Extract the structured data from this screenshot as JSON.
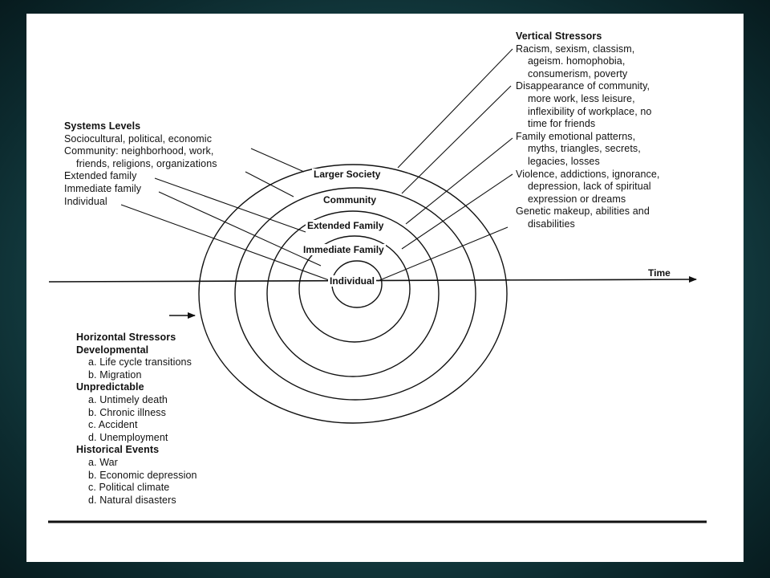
{
  "vertical_stressors": {
    "title": "Vertical Stressors",
    "lines": [
      {
        "text": "Racism, sexism, classism,",
        "indent": false
      },
      {
        "text": "ageism. homophobia,",
        "indent": true
      },
      {
        "text": "consumerism, poverty",
        "indent": true
      },
      {
        "text": "Disappearance of community,",
        "indent": false
      },
      {
        "text": "more work, less leisure,",
        "indent": true
      },
      {
        "text": "inflexibility of workplace, no",
        "indent": true
      },
      {
        "text": "time for friends",
        "indent": true
      },
      {
        "text": "Family emotional patterns,",
        "indent": false
      },
      {
        "text": "myths, triangles, secrets,",
        "indent": true
      },
      {
        "text": "legacies, losses",
        "indent": true
      },
      {
        "text": "Violence, addictions, ignorance,",
        "indent": false
      },
      {
        "text": "depression, lack of spiritual",
        "indent": true
      },
      {
        "text": "expression or dreams",
        "indent": true
      },
      {
        "text": "Genetic makeup, abilities and",
        "indent": false
      },
      {
        "text": "disabilities",
        "indent": true
      }
    ]
  },
  "systems_levels": {
    "title": "Systems Levels",
    "lines": [
      {
        "text": "Sociocultural, political, economic",
        "indent": false
      },
      {
        "text": "Community: neighborhood, work,",
        "indent": false
      },
      {
        "text": "friends, religions, organizations",
        "indent": true
      },
      {
        "text": "Extended family",
        "indent": false
      },
      {
        "text": "Immediate family",
        "indent": false
      },
      {
        "text": "Individual",
        "indent": false
      }
    ]
  },
  "rings": {
    "larger_society": "Larger Society",
    "community": "Community",
    "extended_family": "Extended Family",
    "immediate_family": "Immediate Family",
    "individual": "Individual"
  },
  "time_label": "Time",
  "horizontal_stressors": {
    "lines": [
      {
        "text": "Horizontal Stressors",
        "bold": true,
        "indent": false
      },
      {
        "text": "Developmental",
        "bold": true,
        "indent": false
      },
      {
        "text": "a. Life cycle transitions",
        "bold": false,
        "indent": true
      },
      {
        "text": "b. Migration",
        "bold": false,
        "indent": true
      },
      {
        "text": "Unpredictable",
        "bold": true,
        "indent": false
      },
      {
        "text": "a. Untimely death",
        "bold": false,
        "indent": true
      },
      {
        "text": "b. Chronic illness",
        "bold": false,
        "indent": true
      },
      {
        "text": "c. Accident",
        "bold": false,
        "indent": true
      },
      {
        "text": "d. Unemployment",
        "bold": false,
        "indent": true
      },
      {
        "text": "Historical Events",
        "bold": true,
        "indent": false
      },
      {
        "text": "a. War",
        "bold": false,
        "indent": true
      },
      {
        "text": "b. Economic depression",
        "bold": false,
        "indent": true
      },
      {
        "text": "c. Political climate",
        "bold": false,
        "indent": true
      },
      {
        "text": "d. Natural disasters",
        "bold": false,
        "indent": true
      }
    ]
  }
}
